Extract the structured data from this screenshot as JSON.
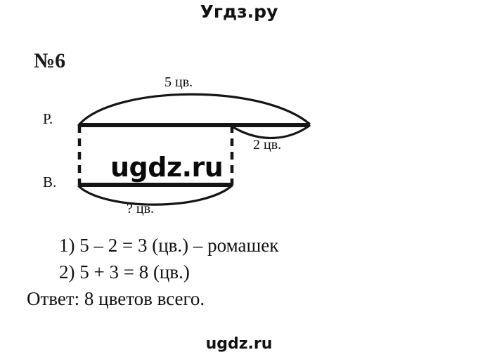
{
  "page": {
    "top_logo": "Угдз.ру",
    "bottom_logo": "ugdz.ru",
    "watermark": "ugdz.ru",
    "task_number": "№6"
  },
  "diagram": {
    "label_top": "5 цв.",
    "label_right": "2 цв.",
    "label_bottom": "? цв.",
    "label_row1": "Р.",
    "label_row2": "В.",
    "ink_color": "#111111"
  },
  "solution": {
    "line1": "1) 5 – 2 = 3 (цв.) – ромашек",
    "line2": "2) 5 + 3 = 8 (цв.)",
    "answer": "Ответ: 8 цветов всего."
  }
}
